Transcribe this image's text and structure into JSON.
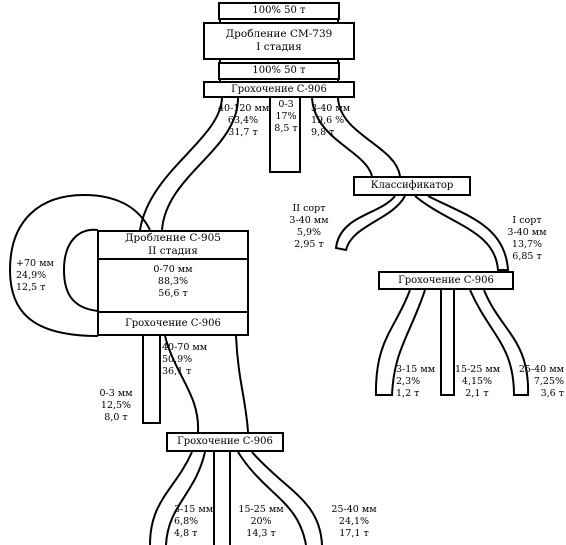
{
  "top_flow": "100% 50 т",
  "stage1": {
    "line1": "Дробление СМ-739",
    "line2": "I стадия"
  },
  "mid_flow": "100% 50 т",
  "screen1": "Грохочение С-906",
  "screen1_out": {
    "coarse": [
      "40-120 мм",
      "63,4%",
      "31,7 т"
    ],
    "fine": [
      "0-3",
      "17%",
      "8,5 т"
    ],
    "medium": [
      "3-40 мм",
      "19,6 %",
      "9,8 т"
    ]
  },
  "classifier": "Классификатор",
  "grade2": [
    "II сорт",
    "3-40 мм",
    "5,9%",
    "2,95 т"
  ],
  "grade1": [
    "I сорт",
    "3-40 мм",
    "13,7%",
    "6,85 т"
  ],
  "screen_right": "Грохочение С-906",
  "right_out": [
    [
      "3-15 мм",
      "2,3%",
      "1,2 т"
    ],
    [
      "15-25 мм",
      "4,15%",
      "2,1 т"
    ],
    [
      "25-40 мм",
      "7,25%",
      "3,6 т"
    ]
  ],
  "stage2": {
    "line1": "Дробление С-905",
    "line2": "II стадия"
  },
  "stage2_out": [
    "0-70 мм",
    "88,3%",
    "56,6 т"
  ],
  "recycle": [
    "+70 мм",
    "24,9%",
    "12,5 т"
  ],
  "screen2": "Грохочение С-906",
  "screen2_fine": [
    "0-3 мм",
    "12,5%",
    "8,0 т"
  ],
  "screen2_out": [
    "40-70 мм",
    "50,9%",
    "36,1 т"
  ],
  "screen3": "Грохочение С-906",
  "bottom_out": [
    [
      "3-15 мм",
      "6,8%",
      "4,8 т"
    ],
    [
      "15-25 мм",
      "20%",
      "14,3 т"
    ],
    [
      "25-40 мм",
      "24,1%",
      "17,1 т"
    ]
  ]
}
